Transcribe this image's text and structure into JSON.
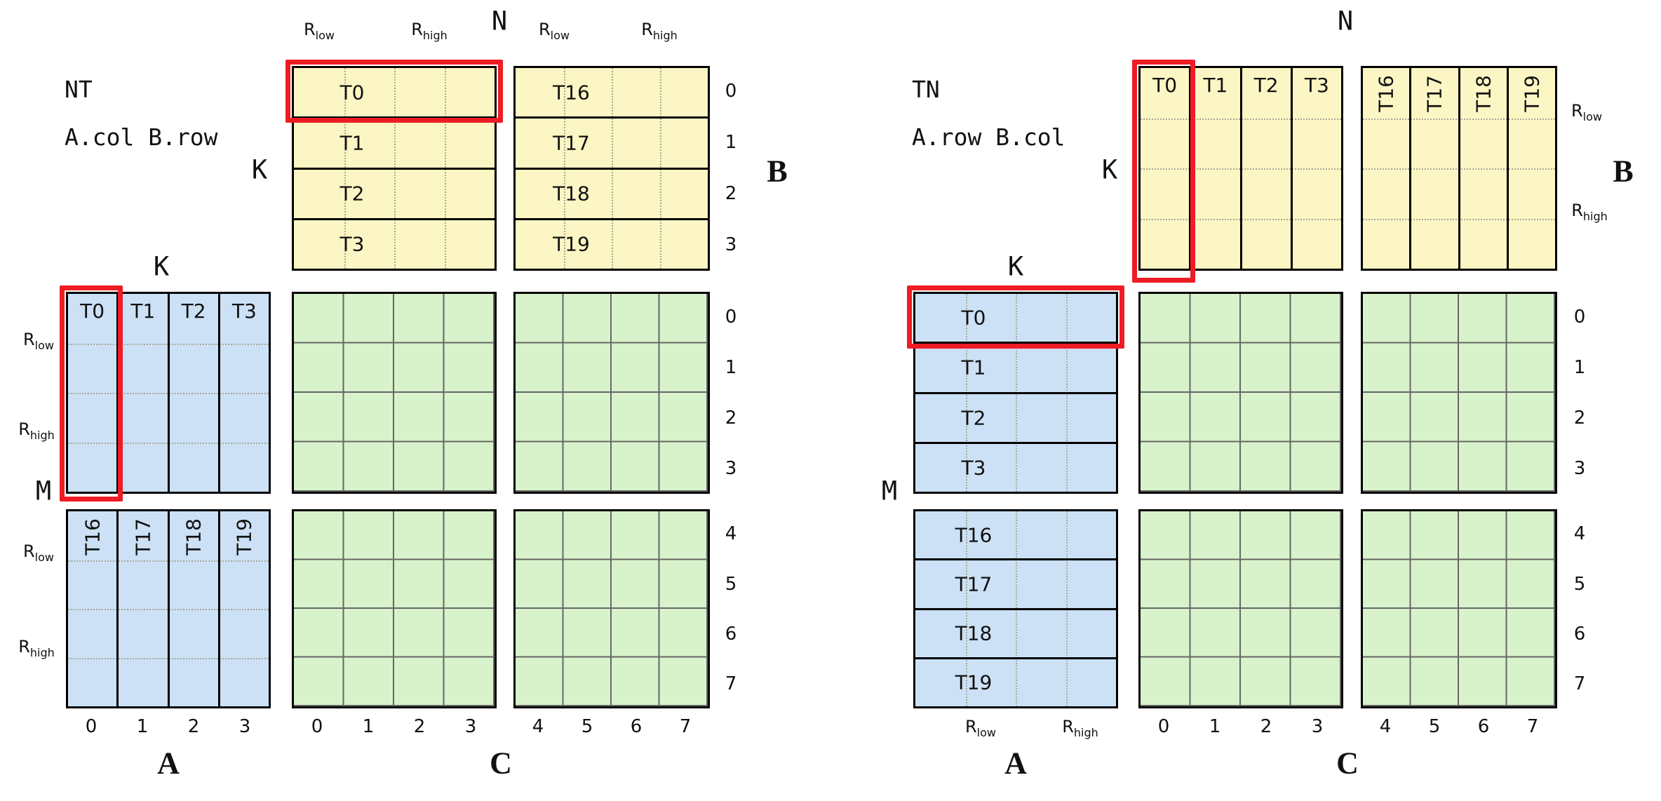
{
  "panels": {
    "left": {
      "title_line1": "NT",
      "title_line2": "A.col B.row",
      "n": "N",
      "k_b": "K",
      "k_a": "K",
      "m": "M",
      "a": "A",
      "b": "B",
      "c": "C",
      "b1_tiles": [
        "T0",
        "T1",
        "T2",
        "T3"
      ],
      "b2_tiles": [
        "T16",
        "T17",
        "T18",
        "T19"
      ],
      "a1_tiles": [
        "T0",
        "T1",
        "T2",
        "T3"
      ],
      "a2_tiles": [
        "T16",
        "T17",
        "T18",
        "T19"
      ],
      "b_row_indices": [
        "0",
        "1",
        "2",
        "3"
      ],
      "c_row_indices": [
        "0",
        "1",
        "2",
        "3",
        "4",
        "5",
        "6",
        "7"
      ],
      "a_col_indices": [
        "0",
        "1",
        "2",
        "3"
      ],
      "c_col_indices": [
        "0",
        "1",
        "2",
        "3",
        "4",
        "5",
        "6",
        "7"
      ]
    },
    "right": {
      "title_line1": "TN",
      "title_line2": "A.row B.col",
      "n": "N",
      "k_b": "K",
      "k_a": "K",
      "m": "M",
      "a": "A",
      "b": "B",
      "c": "C",
      "b1_tiles": [
        "T0",
        "T1",
        "T2",
        "T3"
      ],
      "b2_tiles": [
        "T16",
        "T17",
        "T18",
        "T19"
      ],
      "a1_tiles": [
        "T0",
        "T1",
        "T2",
        "T3"
      ],
      "a2_tiles": [
        "T16",
        "T17",
        "T18",
        "T19"
      ],
      "c_row_indices": [
        "0",
        "1",
        "2",
        "3",
        "4",
        "5",
        "6",
        "7"
      ],
      "c_col_indices": [
        "0",
        "1",
        "2",
        "3",
        "4",
        "5",
        "6",
        "7"
      ]
    }
  },
  "labels": {
    "r_low": {
      "base": "R",
      "sub": "low"
    },
    "r_high": {
      "base": "R",
      "sub": "high"
    }
  },
  "colors": {
    "a_fill": "#cce1f5",
    "b_fill": "#fbf6c3",
    "c_fill": "#d8f3cb",
    "highlight": "#ee1c25"
  }
}
